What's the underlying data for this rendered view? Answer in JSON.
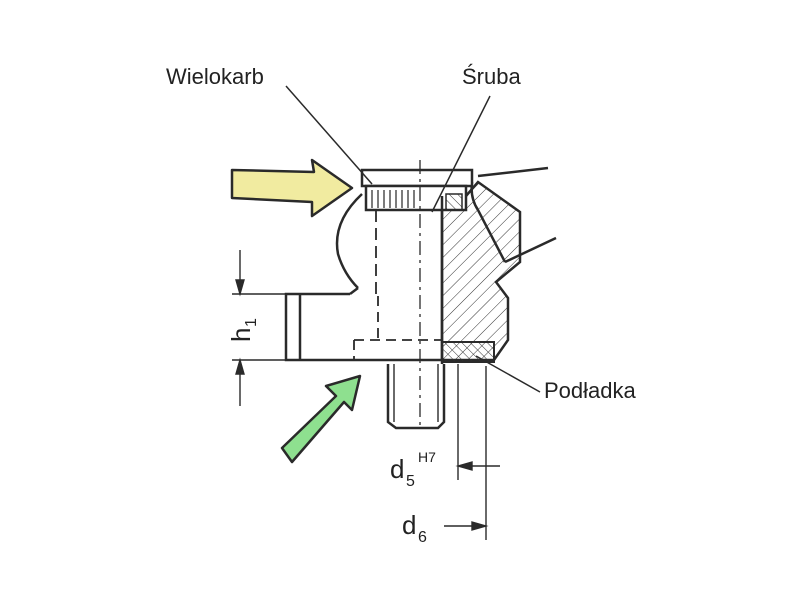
{
  "labels": {
    "spline": "Wielokarb",
    "screw": "Śruba",
    "washer": "Podładka"
  },
  "dimensions": {
    "h1_main": "h",
    "h1_sub": "1",
    "d5_main": "d",
    "d5_sub": "5",
    "d5_sup": "H7",
    "d6_main": "d",
    "d6_sub": "6"
  },
  "colors": {
    "yellow_arrow": "#f1eba0",
    "green_arrow": "#8ee08f",
    "line": "#2a2a2a"
  },
  "icons": {
    "yellow_arrow": "arrow-right-icon",
    "green_arrow": "arrow-up-right-icon"
  }
}
